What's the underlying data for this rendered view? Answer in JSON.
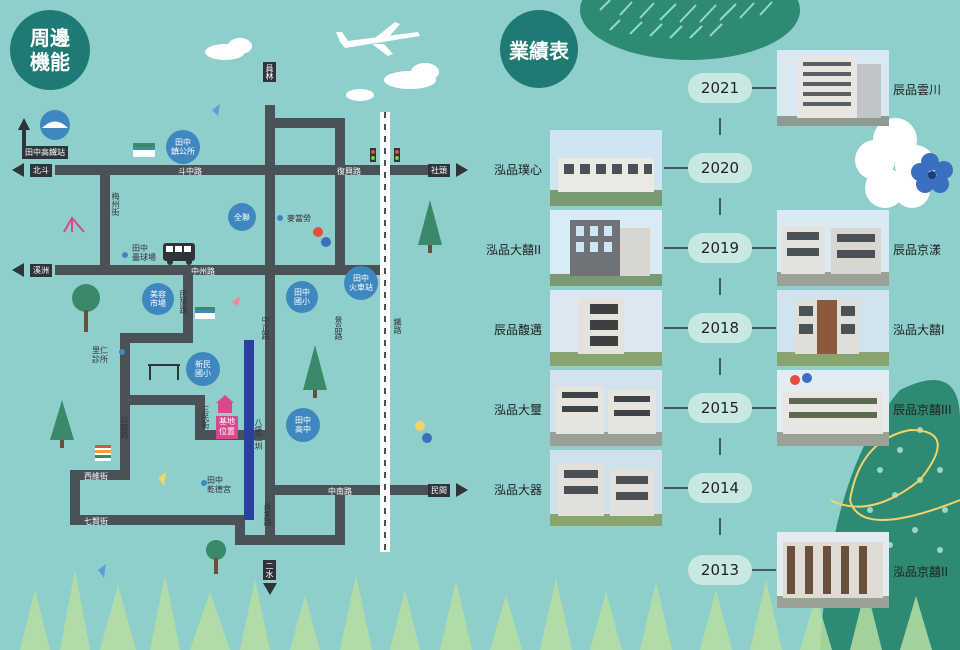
{
  "section_titles": {
    "amenities": "周邊\n機能",
    "portfolio": "業績表"
  },
  "map": {
    "directions": {
      "yuanlin": "員林",
      "beidou": "北斗",
      "shetou": "社頭",
      "xizhou": "溪洲",
      "minjian": "民間",
      "ershui": "二水",
      "station": "田中高鐵站"
    },
    "roads": {
      "douzhong": "斗中路",
      "fuxing": "復興路",
      "zhongzhou": "中州路",
      "meizhou": "梅州街",
      "minzu": "民族路",
      "zhongzheng": "中正路",
      "yuanjin": "員集路",
      "railway": "鐵路",
      "zhongnan": "中南路",
      "gonguan": "公館路",
      "xiwei": "西維街",
      "qiyi": "七賢街",
      "sanmin": "三民街",
      "jingpin": "景品路",
      "canal": "八堡二圳"
    },
    "pois": {
      "town_office": "田中\n鎮公所",
      "quanlian": "全聯",
      "maidanglao": "麥當勞",
      "train_station": "田中\n火車站",
      "market": "美容\n市場",
      "tianzhong_elementary": "田中\n國小",
      "xinmin_elementary": "新民\n國小",
      "tianzhong_high": "田中\n高中",
      "site": "基地\n位置",
      "baseball": "田中\n壘球場",
      "clinic": "里仁\n診所",
      "temple": "田中\n乾德宮"
    },
    "brands": {
      "familymart": "FamilyMart"
    }
  },
  "portfolio": {
    "years": [
      "2021",
      "2020",
      "2019",
      "2018",
      "2015",
      "2014",
      "2013"
    ],
    "left_projects": [
      {
        "name": "泓品璞心",
        "year": "2020"
      },
      {
        "name": "泓品大囍II",
        "year": "2019"
      },
      {
        "name": "辰品馥邁",
        "year": "2018"
      },
      {
        "name": "泓品大璽",
        "year": "2015"
      },
      {
        "name": "泓品大器",
        "year": "2014"
      }
    ],
    "right_projects": [
      {
        "name": "辰品雲川",
        "year": "2021"
      },
      {
        "name": "辰品京漾",
        "year": "2019"
      },
      {
        "name": "泓品大囍I",
        "year": "2018"
      },
      {
        "name": "辰品京囍III",
        "year": "2015"
      },
      {
        "name": "泓品京囍II",
        "year": "2013"
      }
    ]
  },
  "colors": {
    "background": "#8fcfcb",
    "badge": "#1f7a74",
    "road": "#4a5157",
    "poi": "#3e88bf",
    "site": "#d9488b",
    "canal": "#2b3f9e",
    "pill": "#c9e8e2"
  }
}
